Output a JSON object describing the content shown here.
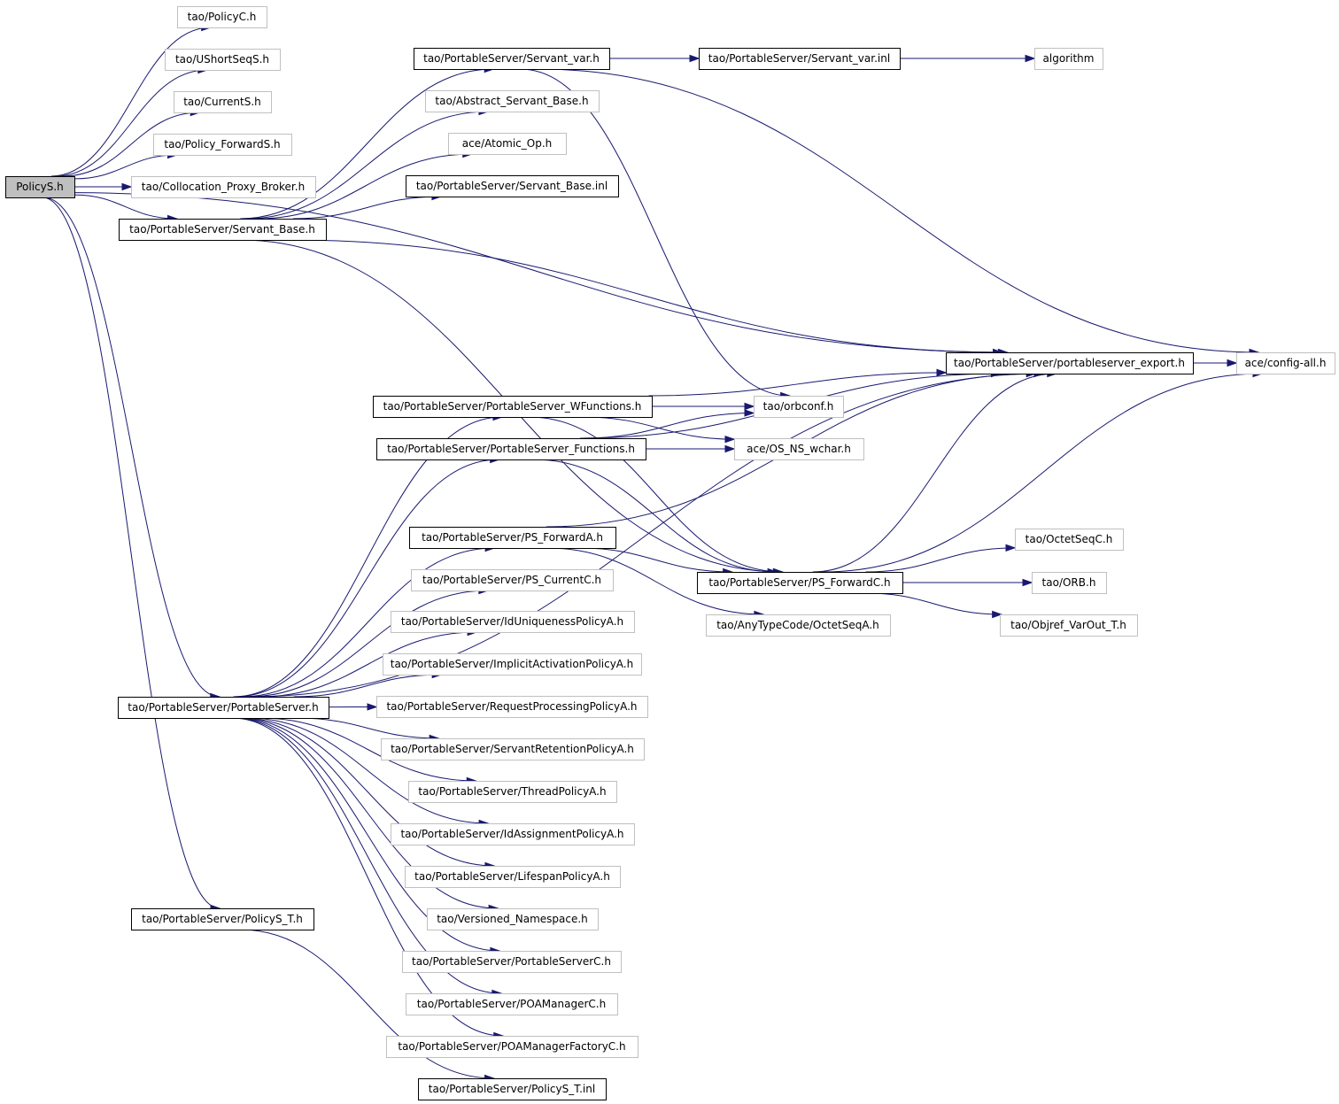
{
  "colors": {
    "edge": "#191970",
    "node_border_doc": "#000000",
    "node_border_nodoc": "#c0c0c0",
    "root_fill": "#bfbfbf",
    "node_fill": "#ffffff"
  },
  "nodes": [
    {
      "id": "root",
      "label": "PolicyS.h",
      "style": "root"
    },
    {
      "id": "policyC",
      "label": "tao/PolicyC.h",
      "style": "nodoc"
    },
    {
      "id": "ushort",
      "label": "tao/UShortSeqS.h",
      "style": "nodoc"
    },
    {
      "id": "currentS",
      "label": "tao/CurrentS.h",
      "style": "nodoc"
    },
    {
      "id": "policyFwdS",
      "label": "tao/Policy_ForwardS.h",
      "style": "nodoc"
    },
    {
      "id": "collocation",
      "label": "tao/Collocation_Proxy_Broker.h",
      "style": "nodoc"
    },
    {
      "id": "servantBase",
      "label": "tao/PortableServer/Servant_Base.h",
      "style": "doc"
    },
    {
      "id": "servantVar",
      "label": "tao/PortableServer/Servant_var.h",
      "style": "doc"
    },
    {
      "id": "servantVarInl",
      "label": "tao/PortableServer/Servant_var.inl",
      "style": "doc"
    },
    {
      "id": "algorithm",
      "label": "algorithm",
      "style": "nodoc"
    },
    {
      "id": "absServant",
      "label": "tao/Abstract_Servant_Base.h",
      "style": "nodoc"
    },
    {
      "id": "atomicOp",
      "label": "ace/Atomic_Op.h",
      "style": "nodoc"
    },
    {
      "id": "servantBaseInl",
      "label": "tao/PortableServer/Servant_Base.inl",
      "style": "doc"
    },
    {
      "id": "psExport",
      "label": "tao/PortableServer/portableserver_export.h",
      "style": "doc"
    },
    {
      "id": "configAll",
      "label": "ace/config-all.h",
      "style": "nodoc"
    },
    {
      "id": "orbconf",
      "label": "tao/orbconf.h",
      "style": "nodoc"
    },
    {
      "id": "wfunc",
      "label": "tao/PortableServer/PortableServer_WFunctions.h",
      "style": "doc"
    },
    {
      "id": "funcs",
      "label": "tao/PortableServer/PortableServer_Functions.h",
      "style": "doc"
    },
    {
      "id": "osWchar",
      "label": "ace/OS_NS_wchar.h",
      "style": "nodoc"
    },
    {
      "id": "psFwdA",
      "label": "tao/PortableServer/PS_ForwardA.h",
      "style": "doc"
    },
    {
      "id": "octetSeqC",
      "label": "tao/OctetSeqC.h",
      "style": "nodoc"
    },
    {
      "id": "psFwdC",
      "label": "tao/PortableServer/PS_ForwardC.h",
      "style": "doc"
    },
    {
      "id": "orb",
      "label": "tao/ORB.h",
      "style": "nodoc"
    },
    {
      "id": "octetSeqA",
      "label": "tao/AnyTypeCode/OctetSeqA.h",
      "style": "nodoc"
    },
    {
      "id": "objrefVar",
      "label": "tao/Objref_VarOut_T.h",
      "style": "nodoc"
    },
    {
      "id": "psCurrentC",
      "label": "tao/PortableServer/PS_CurrentC.h",
      "style": "nodoc"
    },
    {
      "id": "idUniq",
      "label": "tao/PortableServer/IdUniquenessPolicyA.h",
      "style": "nodoc"
    },
    {
      "id": "implicitAct",
      "label": "tao/PortableServer/ImplicitActivationPolicyA.h",
      "style": "nodoc"
    },
    {
      "id": "portableServer",
      "label": "tao/PortableServer/PortableServer.h",
      "style": "doc"
    },
    {
      "id": "reqProc",
      "label": "tao/PortableServer/RequestProcessingPolicyA.h",
      "style": "nodoc"
    },
    {
      "id": "servantRet",
      "label": "tao/PortableServer/ServantRetentionPolicyA.h",
      "style": "nodoc"
    },
    {
      "id": "threadPol",
      "label": "tao/PortableServer/ThreadPolicyA.h",
      "style": "nodoc"
    },
    {
      "id": "idAssign",
      "label": "tao/PortableServer/IdAssignmentPolicyA.h",
      "style": "nodoc"
    },
    {
      "id": "lifespan",
      "label": "tao/PortableServer/LifespanPolicyA.h",
      "style": "nodoc"
    },
    {
      "id": "versioned",
      "label": "tao/Versioned_Namespace.h",
      "style": "nodoc"
    },
    {
      "id": "psC",
      "label": "tao/PortableServer/PortableServerC.h",
      "style": "nodoc"
    },
    {
      "id": "poaMgrC",
      "label": "tao/PortableServer/POAManagerC.h",
      "style": "nodoc"
    },
    {
      "id": "poaMgrFacC",
      "label": "tao/PortableServer/POAManagerFactoryC.h",
      "style": "nodoc"
    },
    {
      "id": "policyST",
      "label": "tao/PortableServer/PolicyS_T.h",
      "style": "doc"
    },
    {
      "id": "policySTInl",
      "label": "tao/PortableServer/PolicyS_T.inl",
      "style": "doc"
    }
  ],
  "edges": [
    {
      "from": "root",
      "to": "policyC"
    },
    {
      "from": "root",
      "to": "ushort"
    },
    {
      "from": "root",
      "to": "currentS"
    },
    {
      "from": "root",
      "to": "policyFwdS"
    },
    {
      "from": "root",
      "to": "collocation"
    },
    {
      "from": "root",
      "to": "servantBase"
    },
    {
      "from": "root",
      "to": "psExport"
    },
    {
      "from": "root",
      "to": "portableServer"
    },
    {
      "from": "root",
      "to": "policyST"
    },
    {
      "from": "servantBase",
      "to": "servantVar"
    },
    {
      "from": "servantBase",
      "to": "absServant"
    },
    {
      "from": "servantBase",
      "to": "atomicOp"
    },
    {
      "from": "servantBase",
      "to": "servantBaseInl"
    },
    {
      "from": "servantBase",
      "to": "psExport"
    },
    {
      "from": "servantBase",
      "to": "psFwdC"
    },
    {
      "from": "servantVar",
      "to": "servantVarInl"
    },
    {
      "from": "servantVar",
      "to": "orbconf"
    },
    {
      "from": "servantVar",
      "to": "configAll"
    },
    {
      "from": "servantVarInl",
      "to": "algorithm"
    },
    {
      "from": "psExport",
      "to": "configAll"
    },
    {
      "from": "wfunc",
      "to": "psExport"
    },
    {
      "from": "wfunc",
      "to": "orbconf"
    },
    {
      "from": "wfunc",
      "to": "osWchar"
    },
    {
      "from": "wfunc",
      "to": "psFwdC"
    },
    {
      "from": "funcs",
      "to": "osWchar"
    },
    {
      "from": "funcs",
      "to": "orbconf"
    },
    {
      "from": "funcs",
      "to": "psExport"
    },
    {
      "from": "funcs",
      "to": "psFwdC"
    },
    {
      "from": "psFwdA",
      "to": "psExport"
    },
    {
      "from": "psFwdA",
      "to": "psFwdC"
    },
    {
      "from": "psFwdA",
      "to": "octetSeqA"
    },
    {
      "from": "psFwdC",
      "to": "octetSeqC"
    },
    {
      "from": "psFwdC",
      "to": "orb"
    },
    {
      "from": "psFwdC",
      "to": "objrefVar"
    },
    {
      "from": "psFwdC",
      "to": "psExport"
    },
    {
      "from": "psFwdC",
      "to": "configAll"
    },
    {
      "from": "portableServer",
      "to": "psExport"
    },
    {
      "from": "portableServer",
      "to": "wfunc"
    },
    {
      "from": "portableServer",
      "to": "funcs"
    },
    {
      "from": "portableServer",
      "to": "psFwdA"
    },
    {
      "from": "portableServer",
      "to": "psCurrentC"
    },
    {
      "from": "portableServer",
      "to": "idUniq"
    },
    {
      "from": "portableServer",
      "to": "implicitAct"
    },
    {
      "from": "portableServer",
      "to": "reqProc"
    },
    {
      "from": "portableServer",
      "to": "servantRet"
    },
    {
      "from": "portableServer",
      "to": "threadPol"
    },
    {
      "from": "portableServer",
      "to": "idAssign"
    },
    {
      "from": "portableServer",
      "to": "lifespan"
    },
    {
      "from": "portableServer",
      "to": "versioned"
    },
    {
      "from": "portableServer",
      "to": "psC"
    },
    {
      "from": "portableServer",
      "to": "poaMgrC"
    },
    {
      "from": "portableServer",
      "to": "poaMgrFacC"
    },
    {
      "from": "policyST",
      "to": "policySTInl"
    }
  ]
}
